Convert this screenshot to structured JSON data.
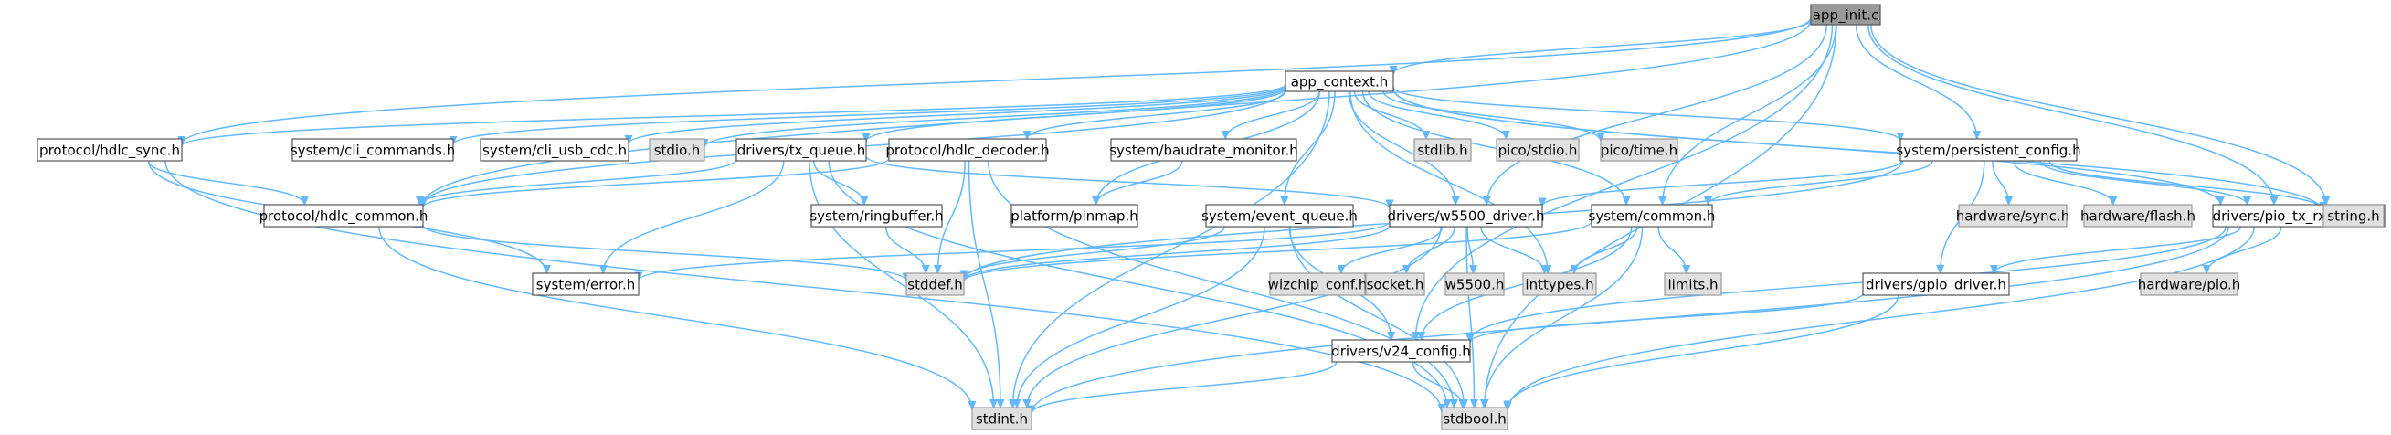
{
  "diagram": {
    "title": "app_init.c",
    "colors": {
      "edge": "#63b8ff",
      "root_fill": "#999999",
      "local_fill": "#ffffff",
      "system_fill": "#e0e0e0"
    },
    "nodes": [
      {
        "id": "app_init_c",
        "label": "app_init.c",
        "kind": "root"
      },
      {
        "id": "app_context_h",
        "label": "app_context.h",
        "kind": "local"
      },
      {
        "id": "protocol_hdlc_sync_h",
        "label": "protocol/hdlc_sync.h",
        "kind": "local"
      },
      {
        "id": "system_cli_commands_h",
        "label": "system/cli_commands.h",
        "kind": "local"
      },
      {
        "id": "system_cli_usb_cdc_h",
        "label": "system/cli_usb_cdc.h",
        "kind": "local"
      },
      {
        "id": "stdio_h",
        "label": "stdio.h",
        "kind": "system"
      },
      {
        "id": "drivers_tx_queue_h",
        "label": "drivers/tx_queue.h",
        "kind": "local"
      },
      {
        "id": "protocol_hdlc_decoder_h",
        "label": "protocol/hdlc_decoder.h",
        "kind": "local"
      },
      {
        "id": "system_baudrate_monitor_h",
        "label": "system/baudrate_monitor.h",
        "kind": "local"
      },
      {
        "id": "stdlib_h",
        "label": "stdlib.h",
        "kind": "system"
      },
      {
        "id": "pico_stdio_h",
        "label": "pico/stdio.h",
        "kind": "system"
      },
      {
        "id": "pico_time_h",
        "label": "pico/time.h",
        "kind": "system"
      },
      {
        "id": "system_persistent_config_h",
        "label": "system/persistent_config.h",
        "kind": "local"
      },
      {
        "id": "protocol_hdlc_common_h",
        "label": "protocol/hdlc_common.h",
        "kind": "local"
      },
      {
        "id": "system_ringbuffer_h",
        "label": "system/ringbuffer.h",
        "kind": "local"
      },
      {
        "id": "platform_pinmap_h",
        "label": "platform/pinmap.h",
        "kind": "local"
      },
      {
        "id": "system_event_queue_h",
        "label": "system/event_queue.h",
        "kind": "local"
      },
      {
        "id": "drivers_w5500_driver_h",
        "label": "drivers/w5500_driver.h",
        "kind": "local"
      },
      {
        "id": "system_common_h",
        "label": "system/common.h",
        "kind": "local"
      },
      {
        "id": "hardware_sync_h",
        "label": "hardware/sync.h",
        "kind": "system"
      },
      {
        "id": "hardware_flash_h",
        "label": "hardware/flash.h",
        "kind": "system"
      },
      {
        "id": "drivers_pio_tx_rx_driver_h",
        "label": "drivers/pio_tx_rx_driver.h",
        "kind": "local"
      },
      {
        "id": "string_h",
        "label": "string.h",
        "kind": "system"
      },
      {
        "id": "system_error_h",
        "label": "system/error.h",
        "kind": "local"
      },
      {
        "id": "stddef_h",
        "label": "stddef.h",
        "kind": "system"
      },
      {
        "id": "wizchip_conf_h",
        "label": "wizchip_conf.h",
        "kind": "system"
      },
      {
        "id": "socket_h",
        "label": "socket.h",
        "kind": "system"
      },
      {
        "id": "w5500_h",
        "label": "w5500.h",
        "kind": "system"
      },
      {
        "id": "inttypes_h",
        "label": "inttypes.h",
        "kind": "system"
      },
      {
        "id": "limits_h",
        "label": "limits.h",
        "kind": "system"
      },
      {
        "id": "drivers_gpio_driver_h",
        "label": "drivers/gpio_driver.h",
        "kind": "local"
      },
      {
        "id": "hardware_pio_h",
        "label": "hardware/pio.h",
        "kind": "system"
      },
      {
        "id": "drivers_v24_config_h",
        "label": "drivers/v24_config.h",
        "kind": "local"
      },
      {
        "id": "stdint_h",
        "label": "stdint.h",
        "kind": "system"
      },
      {
        "id": "stdbool_h",
        "label": "stdbool.h",
        "kind": "system"
      }
    ],
    "edges": [
      [
        "app_init_c",
        "app_context_h"
      ],
      [
        "app_init_c",
        "protocol_hdlc_sync_h"
      ],
      [
        "app_init_c",
        "protocol_hdlc_common_h"
      ],
      [
        "app_init_c",
        "system_persistent_config_h"
      ],
      [
        "app_init_c",
        "drivers_w5500_driver_h"
      ],
      [
        "app_init_c",
        "system_common_h"
      ],
      [
        "app_init_c",
        "drivers_pio_tx_rx_driver_h"
      ],
      [
        "app_init_c",
        "string_h"
      ],
      [
        "app_init_c",
        "drivers_v24_config_h"
      ],
      [
        "app_init_c",
        "stdbool_h"
      ],
      [
        "app_context_h",
        "protocol_hdlc_sync_h"
      ],
      [
        "app_context_h",
        "system_cli_commands_h"
      ],
      [
        "app_context_h",
        "system_cli_usb_cdc_h"
      ],
      [
        "app_context_h",
        "stdio_h"
      ],
      [
        "app_context_h",
        "drivers_tx_queue_h"
      ],
      [
        "app_context_h",
        "protocol_hdlc_decoder_h"
      ],
      [
        "app_context_h",
        "system_baudrate_monitor_h"
      ],
      [
        "app_context_h",
        "stdlib_h"
      ],
      [
        "app_context_h",
        "pico_stdio_h"
      ],
      [
        "app_context_h",
        "pico_time_h"
      ],
      [
        "app_context_h",
        "system_persistent_config_h"
      ],
      [
        "app_context_h",
        "protocol_hdlc_common_h"
      ],
      [
        "app_context_h",
        "platform_pinmap_h"
      ],
      [
        "app_context_h",
        "system_event_queue_h"
      ],
      [
        "app_context_h",
        "drivers_w5500_driver_h"
      ],
      [
        "app_context_h",
        "system_common_h"
      ],
      [
        "app_context_h",
        "drivers_pio_tx_rx_driver_h"
      ],
      [
        "app_context_h",
        "string_h"
      ],
      [
        "app_context_h",
        "inttypes_h"
      ],
      [
        "app_context_h",
        "stdint_h"
      ],
      [
        "protocol_hdlc_sync_h",
        "protocol_hdlc_common_h"
      ],
      [
        "protocol_hdlc_sync_h",
        "system_error_h"
      ],
      [
        "protocol_hdlc_sync_h",
        "stdbool_h"
      ],
      [
        "drivers_tx_queue_h",
        "protocol_hdlc_common_h"
      ],
      [
        "drivers_tx_queue_h",
        "system_ringbuffer_h"
      ],
      [
        "drivers_tx_queue_h",
        "system_error_h"
      ],
      [
        "drivers_tx_queue_h",
        "drivers_w5500_driver_h"
      ],
      [
        "drivers_tx_queue_h",
        "stdint_h"
      ],
      [
        "drivers_tx_queue_h",
        "stdbool_h"
      ],
      [
        "protocol_hdlc_decoder_h",
        "protocol_hdlc_common_h"
      ],
      [
        "protocol_hdlc_decoder_h",
        "stddef_h"
      ],
      [
        "protocol_hdlc_decoder_h",
        "stdint_h"
      ],
      [
        "protocol_hdlc_decoder_h",
        "stdbool_h"
      ],
      [
        "system_baudrate_monitor_h",
        "platform_pinmap_h"
      ],
      [
        "protocol_hdlc_common_h",
        "stddef_h"
      ],
      [
        "protocol_hdlc_common_h",
        "stdint_h"
      ],
      [
        "system_ringbuffer_h",
        "stddef_h"
      ],
      [
        "system_event_queue_h",
        "stddef_h"
      ],
      [
        "system_event_queue_h",
        "drivers_v24_config_h"
      ],
      [
        "system_event_queue_h",
        "stdint_h"
      ],
      [
        "system_event_queue_h",
        "stdbool_h"
      ],
      [
        "system_persistent_config_h",
        "drivers_w5500_driver_h"
      ],
      [
        "system_persistent_config_h",
        "system_common_h"
      ],
      [
        "system_persistent_config_h",
        "hardware_sync_h"
      ],
      [
        "system_persistent_config_h",
        "hardware_flash_h"
      ],
      [
        "system_persistent_config_h",
        "drivers_pio_tx_rx_driver_h"
      ],
      [
        "system_persistent_config_h",
        "string_h"
      ],
      [
        "system_persistent_config_h",
        "stddef_h"
      ],
      [
        "system_persistent_config_h",
        "drivers_gpio_driver_h"
      ],
      [
        "drivers_w5500_driver_h",
        "system_error_h"
      ],
      [
        "drivers_w5500_driver_h",
        "stddef_h"
      ],
      [
        "drivers_w5500_driver_h",
        "wizchip_conf_h"
      ],
      [
        "drivers_w5500_driver_h",
        "socket_h"
      ],
      [
        "drivers_w5500_driver_h",
        "w5500_h"
      ],
      [
        "drivers_w5500_driver_h",
        "inttypes_h"
      ],
      [
        "drivers_w5500_driver_h",
        "stdint_h"
      ],
      [
        "drivers_w5500_driver_h",
        "stdbool_h"
      ],
      [
        "system_common_h",
        "stddef_h"
      ],
      [
        "system_common_h",
        "inttypes_h"
      ],
      [
        "system_common_h",
        "limits_h"
      ],
      [
        "system_common_h",
        "drivers_v24_config_h"
      ],
      [
        "system_common_h",
        "stdbool_h"
      ],
      [
        "drivers_pio_tx_rx_driver_h",
        "drivers_gpio_driver_h"
      ],
      [
        "drivers_pio_tx_rx_driver_h",
        "hardware_pio_h"
      ],
      [
        "drivers_pio_tx_rx_driver_h",
        "drivers_v24_config_h"
      ],
      [
        "drivers_pio_tx_rx_driver_h",
        "stdint_h"
      ],
      [
        "drivers_pio_tx_rx_driver_h",
        "stdbool_h"
      ],
      [
        "drivers_gpio_driver_h",
        "drivers_v24_config_h"
      ],
      [
        "drivers_gpio_driver_h",
        "stdbool_h"
      ],
      [
        "drivers_v24_config_h",
        "stdint_h"
      ],
      [
        "drivers_v24_config_h",
        "stdbool_h"
      ]
    ]
  }
}
